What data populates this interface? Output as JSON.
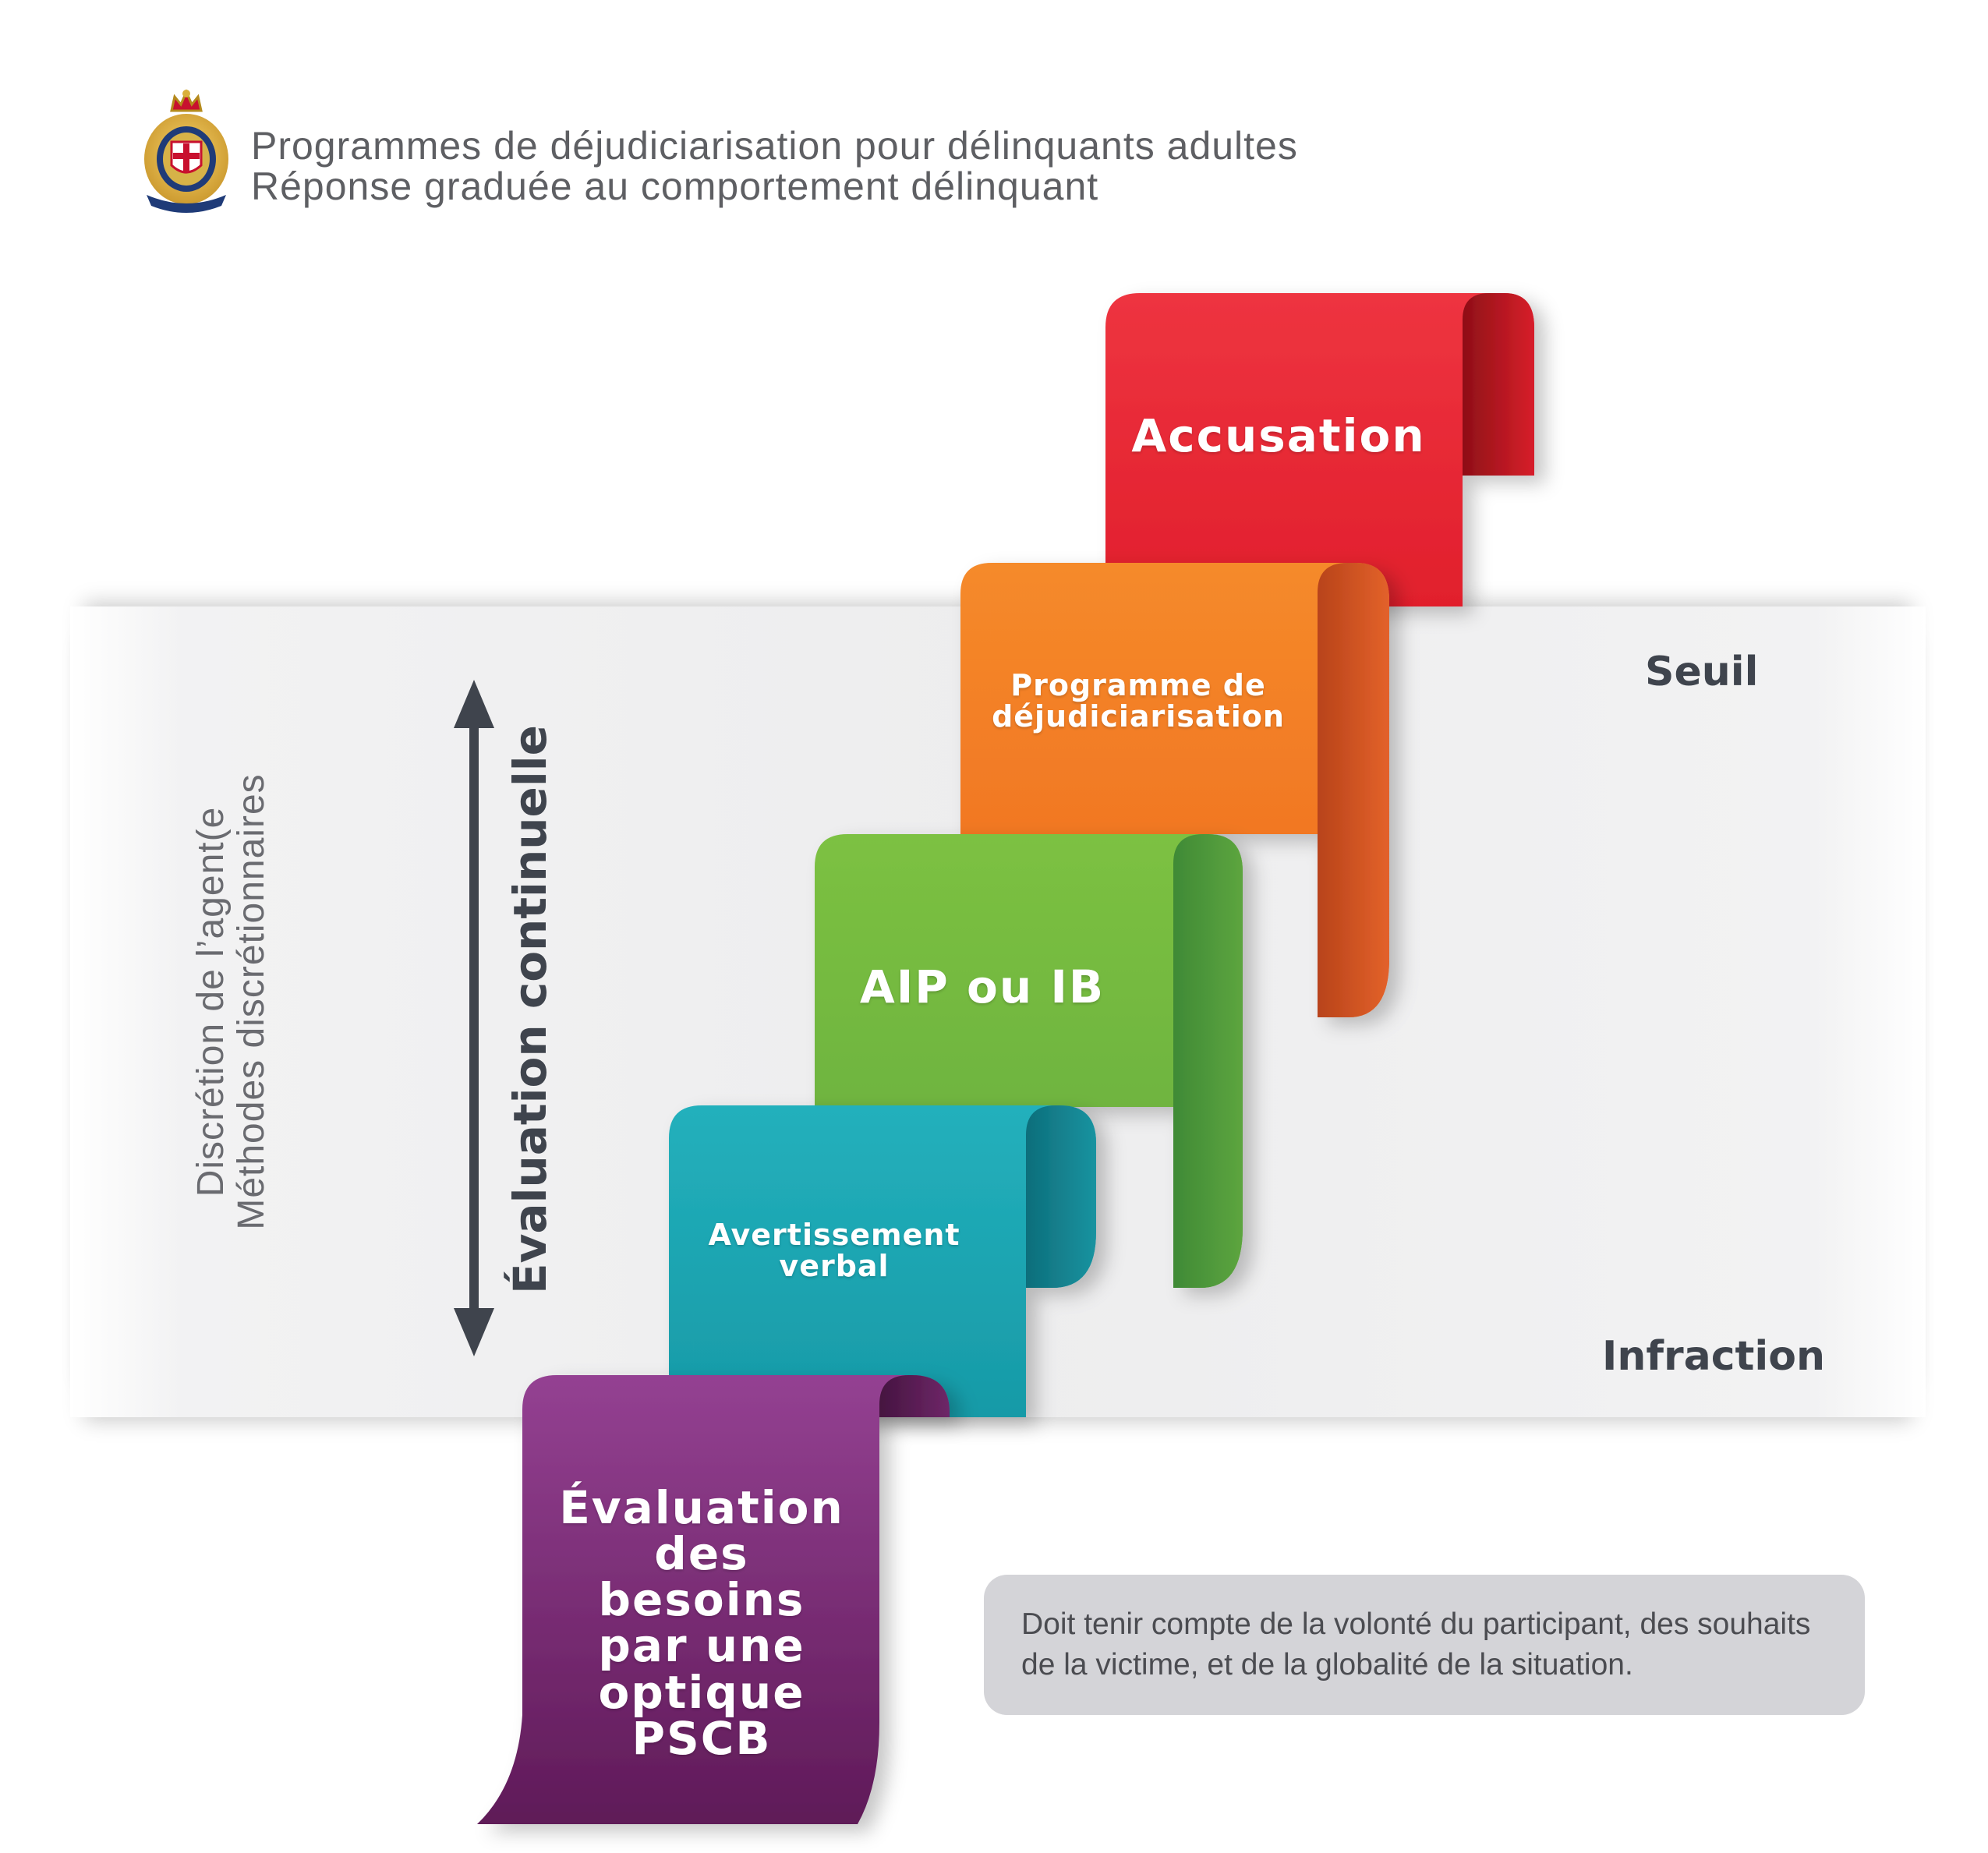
{
  "header": {
    "logo_icon": "police-crest-icon",
    "title_line1": "Programmes de déjudiciarisation pour délinquants adultes",
    "title_line2": "Réponse graduée au comportement délinquant"
  },
  "steps": [
    {
      "id": "accusation",
      "label": "Accusation",
      "color": "#e42330"
    },
    {
      "id": "programme",
      "label_line1": "Programme de",
      "label_line2": "déjudiciarisation",
      "color": "#f27a24"
    },
    {
      "id": "aip",
      "label": "AIP ou IB",
      "color": "#72b843"
    },
    {
      "id": "avertissement",
      "label_line1": "Avertissement",
      "label_line2": "verbal",
      "color": "#1fa7b3"
    },
    {
      "id": "evaluation",
      "label_lines": [
        "Évaluation",
        "des",
        "besoins",
        "par une",
        "optique",
        "PSCB"
      ],
      "color": "#7a2b76"
    }
  ],
  "thresholds": {
    "top": "Seuil",
    "bottom": "Infraction"
  },
  "side": {
    "discretion_line1": "Discrétion de l’agent(e",
    "discretion_line2": "Méthodes discrétionnaires",
    "continuous": "Évaluation continuelle",
    "arrow_icon": "double-headed-vertical-arrow-icon"
  },
  "note": "Doit tenir compte de la volonté du participant, des souhaits de la victime, et de la globalité de la situation.",
  "colors": {
    "band": "#ededee",
    "dark_text": "#3f444d",
    "gray_text": "#5e5f63",
    "note_bg": "#d4d4d8"
  }
}
